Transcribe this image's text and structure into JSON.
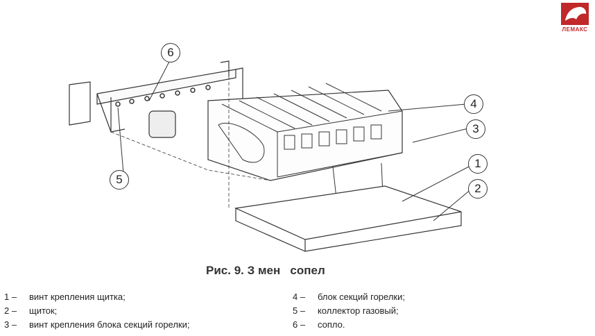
{
  "logo": {
    "text": "ЛЕМАКС",
    "color": "#c0282a"
  },
  "figure": {
    "caption": "Рис. 9. З мен   сопел",
    "callouts": [
      "1",
      "2",
      "3",
      "4",
      "5",
      "6"
    ]
  },
  "legend": {
    "left": [
      {
        "num": "1 –",
        "text": "винт крепления щитка;"
      },
      {
        "num": "2 –",
        "text": "щиток;"
      },
      {
        "num": "3 –",
        "text": "винт крепления блока секций горелки;"
      }
    ],
    "right": [
      {
        "num": "4 –",
        "text": "блок секций горелки;"
      },
      {
        "num": "5 –",
        "text": "коллектор газовый;"
      },
      {
        "num": "6 –",
        "text": "сопло."
      }
    ]
  }
}
